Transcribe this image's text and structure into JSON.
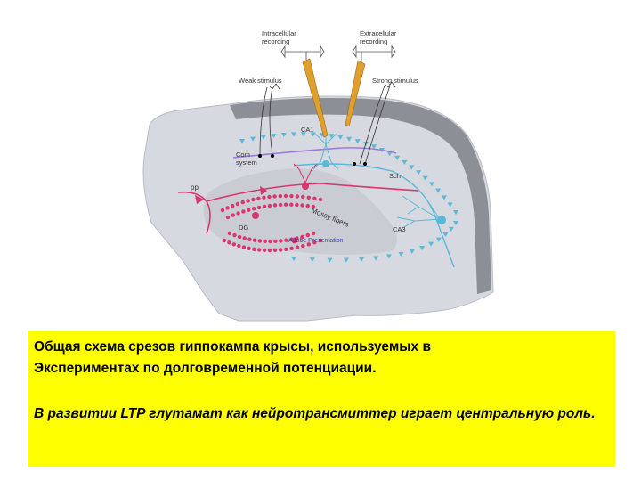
{
  "diagram": {
    "labels": {
      "intracellular": [
        "Intracellular",
        "recording"
      ],
      "extracellular": [
        "Extracellular",
        "recording"
      ],
      "weak_stimulus": "Weak stimulus",
      "strong_stimulus": "Strong stimulus",
      "ca1": "CA1",
      "com_system": [
        "Com",
        "system"
      ],
      "sch": "Sch",
      "pp": "pp",
      "mossy_fibers": "Mossy fibers",
      "dg": "DG",
      "ca3": "CA3",
      "watermark": "Adobe Presentation"
    },
    "colors": {
      "tissue": "#d6d9df",
      "outer_band": "#8c8f96",
      "blue": "#5ab8d8",
      "pink": "#d9366e",
      "purple": "#a07ad8",
      "electrode": "#e0a030"
    }
  },
  "caption": {
    "line1": "Общая схема срезов гиппокампа крысы, используемых в",
    "line2": "Экспериментах по долговременной потенциации.",
    "paragraph2": "В развитии LTP глутамат как нейротрансмиттер играет центральную роль.",
    "background": "#ffff00"
  }
}
